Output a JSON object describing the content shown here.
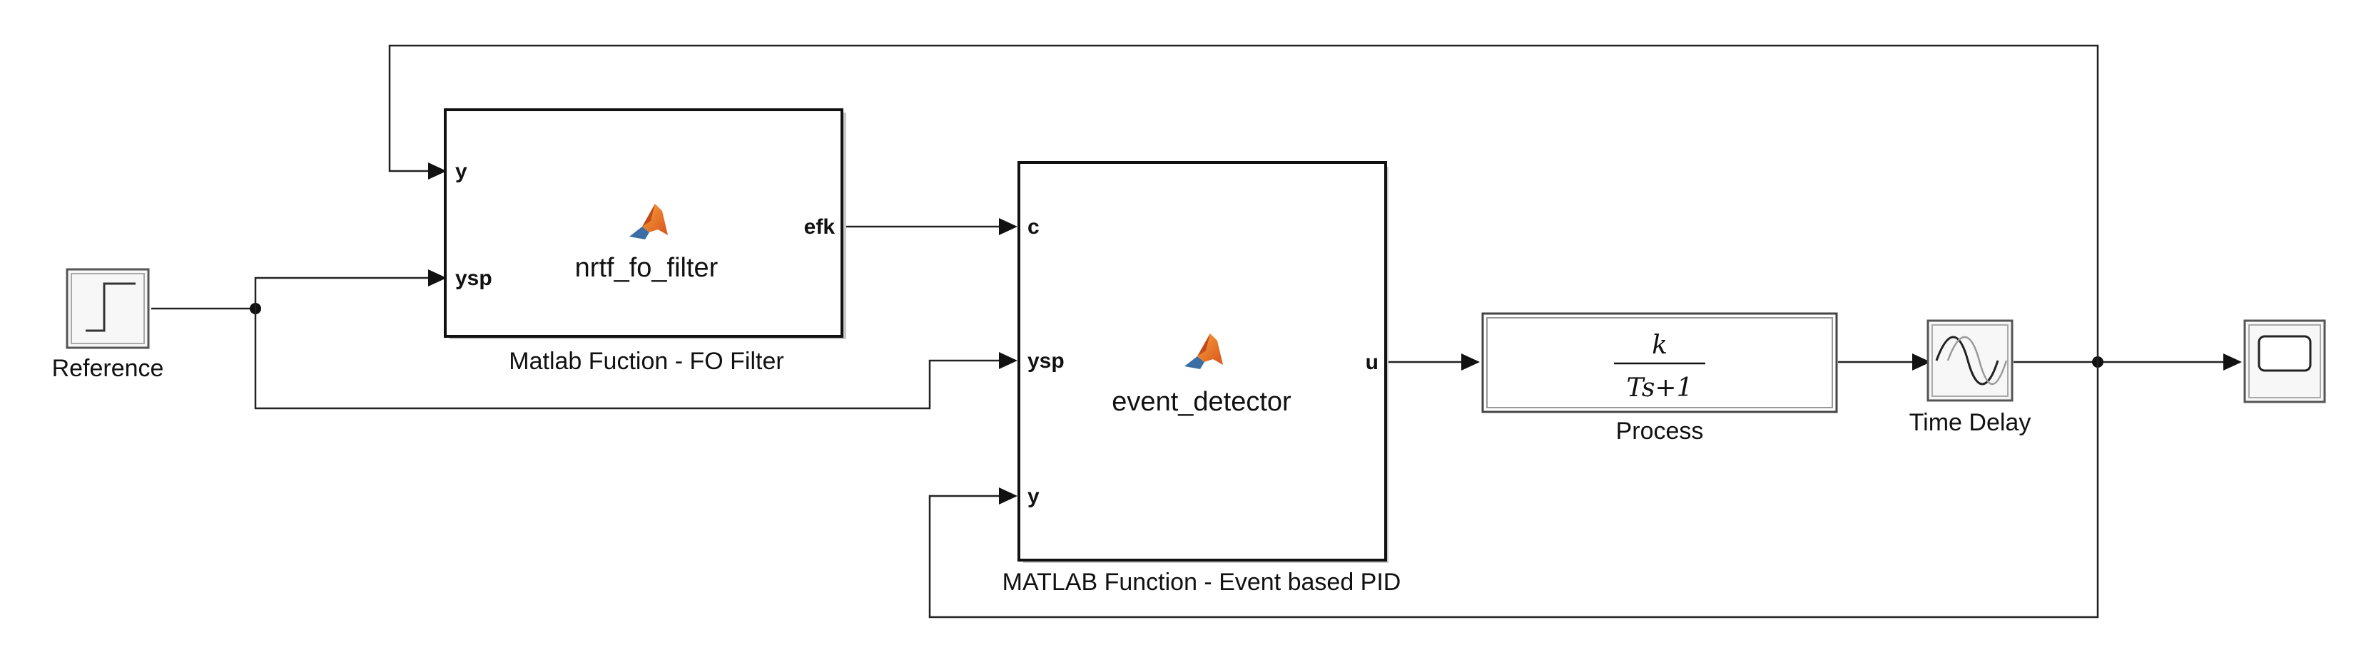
{
  "blocks": {
    "reference": {
      "name": "Reference"
    },
    "fo_filter": {
      "function_name": "nrtf_fo_filter",
      "caption": "Matlab Fuction - FO Filter",
      "inputs": [
        "y",
        "ysp"
      ],
      "outputs": [
        "efk"
      ]
    },
    "event_pid": {
      "function_name": "event_detector",
      "caption": "MATLAB Function - Event based PID",
      "inputs": [
        "c",
        "ysp",
        "y"
      ],
      "outputs": [
        "u"
      ]
    },
    "process": {
      "caption": "Process",
      "numerator": "k",
      "denominator": "Ts+1"
    },
    "time_delay": {
      "caption": "Time Delay"
    },
    "scope": {
      "caption": ""
    }
  },
  "colors": {
    "matlab_logo_orange": "#e8661b",
    "matlab_logo_blue": "#3b6ea5",
    "line": "#222222"
  }
}
